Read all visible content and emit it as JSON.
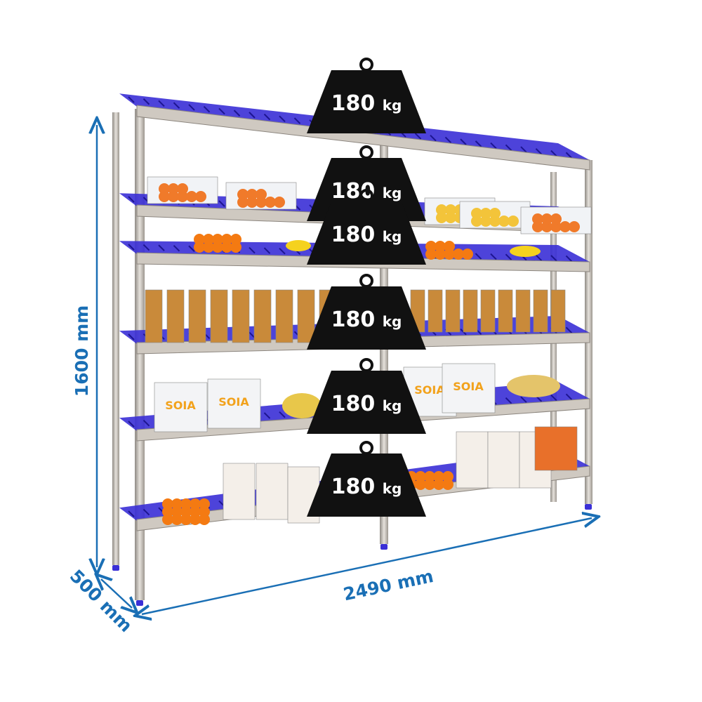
{
  "dimensions": {
    "height": "1600 mm",
    "width": "2490 mm",
    "depth": "500 mm"
  },
  "weights": [
    {
      "number": "180",
      "unit": "kg"
    },
    {
      "number": "180",
      "unit": "kg"
    },
    {
      "number": "180",
      "unit": "kg"
    },
    {
      "number": "180",
      "unit": "kg"
    },
    {
      "number": "180",
      "unit": "kg"
    },
    {
      "number": "180",
      "unit": "kg"
    }
  ],
  "products": {
    "soy_box_label": "SOIA"
  },
  "colors": {
    "dimension": "#1a6fb5",
    "shelf_blue": "#3a2fd6",
    "steel": "#c9c3bb",
    "weight": "#111111"
  }
}
